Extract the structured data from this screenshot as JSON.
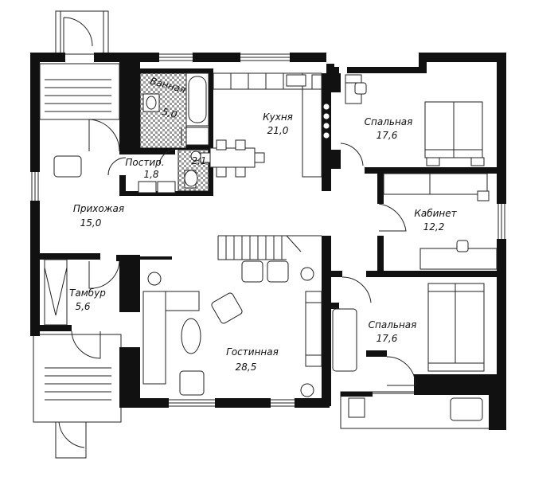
{
  "rooms": [
    {
      "id": "bathroom",
      "name": "Ванная",
      "area": "5,0"
    },
    {
      "id": "laundry",
      "name": "Постир.",
      "area": "1,8"
    },
    {
      "id": "wc",
      "name": "",
      "area": "2,1"
    },
    {
      "id": "kitchen",
      "name": "Кухня",
      "area": "21,0"
    },
    {
      "id": "bedroom1",
      "name": "Спальная",
      "area": "17,6"
    },
    {
      "id": "hall",
      "name": "Прихожая",
      "area": "15,0"
    },
    {
      "id": "office",
      "name": "Кабинет",
      "area": "12,2"
    },
    {
      "id": "vestibule",
      "name": "Тамбур",
      "area": "5,6"
    },
    {
      "id": "living",
      "name": "Гостинная",
      "area": "28,5"
    },
    {
      "id": "bedroom2",
      "name": "Спальная",
      "area": "17,6"
    }
  ]
}
